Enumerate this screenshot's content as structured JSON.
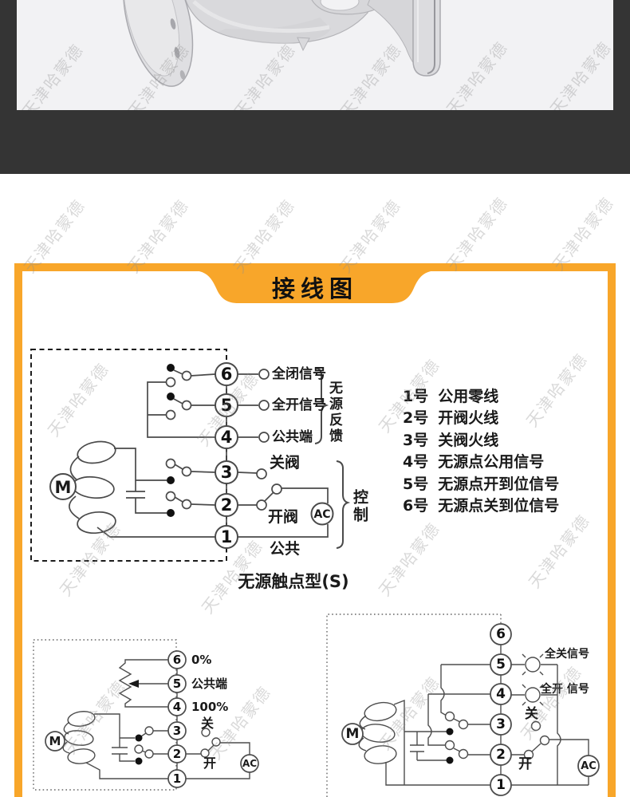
{
  "watermark": {
    "text": "天津哈蒙德"
  },
  "banner": {
    "title": "接线图",
    "accent_color": "#F8A62A"
  },
  "main_diagram": {
    "terminals": [
      "6",
      "5",
      "4",
      "3",
      "2",
      "1"
    ],
    "feedback_labels": [
      "全闭信号",
      "全开信号",
      "公共端"
    ],
    "bracket_feedback": "无源反馈",
    "bracket_control": "控制",
    "label_close": "关阀",
    "label_open": "开阀",
    "label_common": "公共",
    "motor": "M",
    "ac": "AC",
    "caption": "无源触点型(S)"
  },
  "legend": {
    "items": [
      {
        "num": "1号",
        "desc": "公用零线"
      },
      {
        "num": "2号",
        "desc": "开阀火线"
      },
      {
        "num": "3号",
        "desc": "关阀火线"
      },
      {
        "num": "4号",
        "desc": "无源点公用信号"
      },
      {
        "num": "5号",
        "desc": "无源点开到位信号"
      },
      {
        "num": "6号",
        "desc": "无源点关到位信号"
      }
    ]
  },
  "pot_diagram": {
    "terminals": [
      "6",
      "5",
      "4",
      "3",
      "2",
      "1"
    ],
    "label_0": "0%",
    "label_common": "公共端",
    "label_100": "100%",
    "label_close": "关",
    "label_open": "开",
    "motor": "M",
    "ac": "AC"
  },
  "lamp_diagram": {
    "terminals": [
      "6",
      "5",
      "4",
      "3",
      "2",
      "1"
    ],
    "lamp_close_label": "全关信号",
    "lamp_open_label": "全开 信号",
    "label_close": "关",
    "label_open": "开",
    "motor": "M",
    "ac": "AC"
  }
}
